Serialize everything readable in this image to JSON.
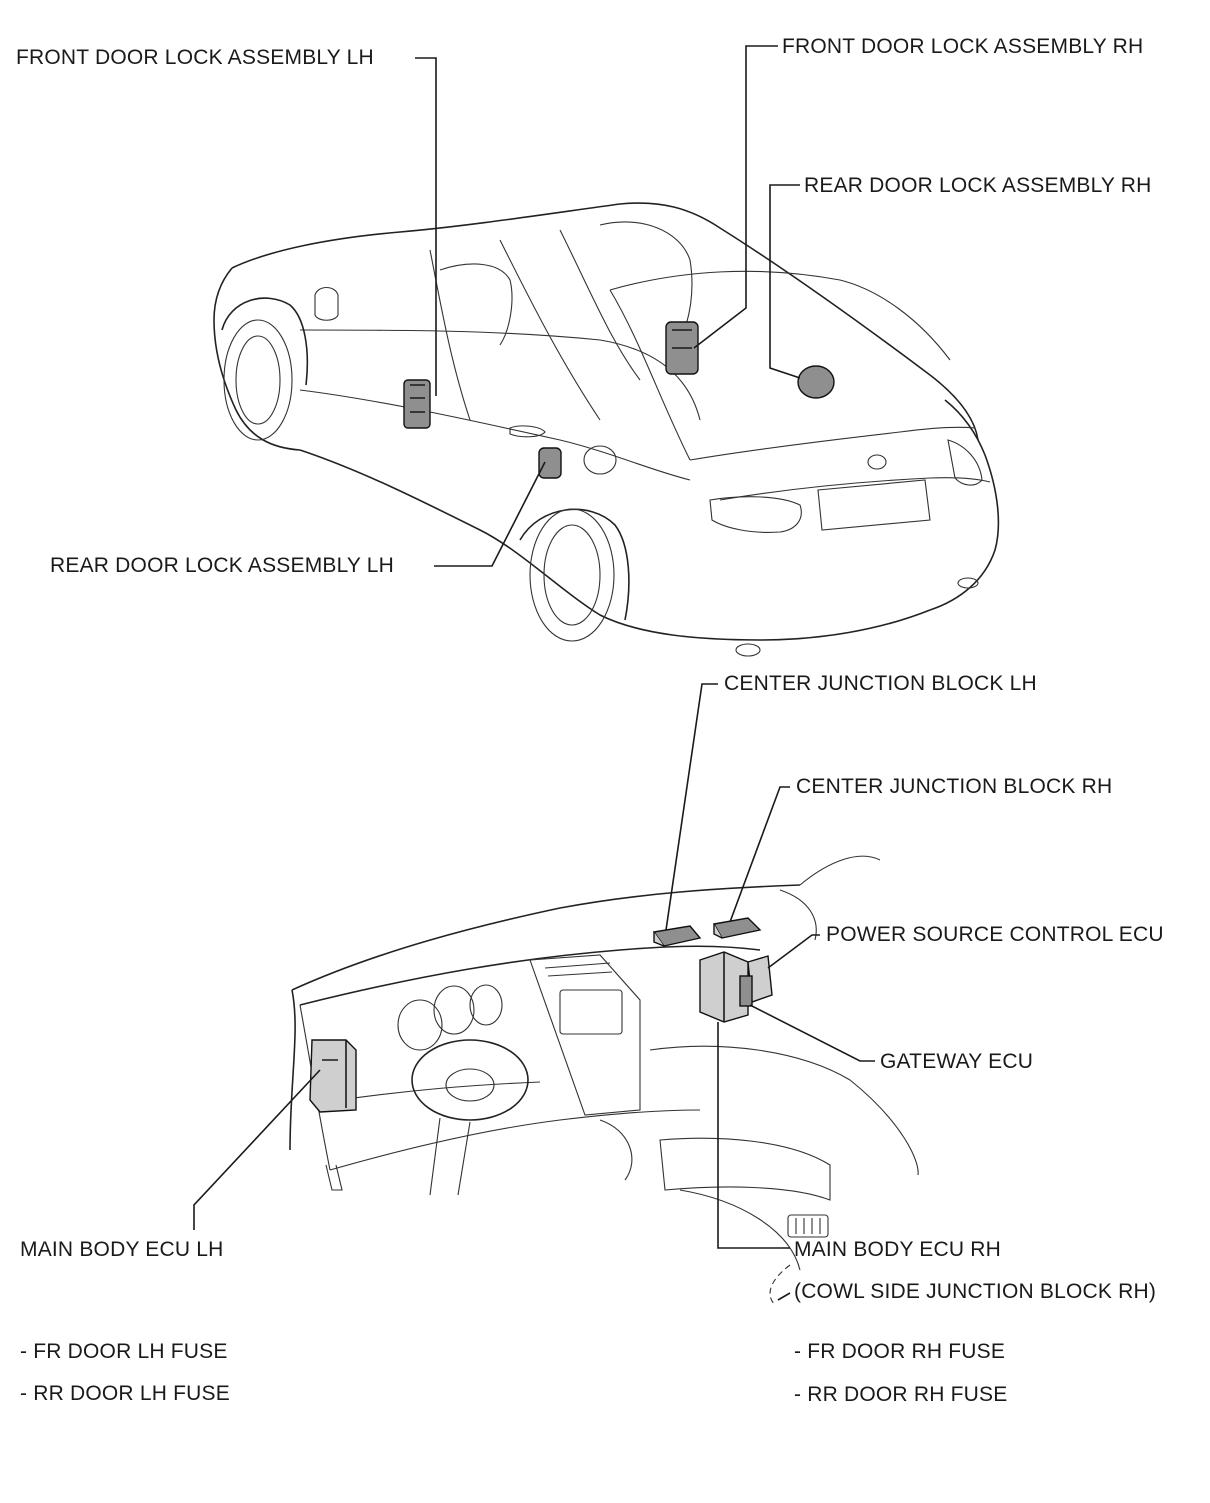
{
  "labels": {
    "front_door_lh": "FRONT DOOR LOCK ASSEMBLY LH",
    "front_door_rh": "FRONT DOOR LOCK ASSEMBLY RH",
    "rear_door_rh": "REAR DOOR LOCK ASSEMBLY RH",
    "rear_door_lh": "REAR DOOR LOCK ASSEMBLY LH",
    "center_jb_lh": "CENTER JUNCTION BLOCK LH",
    "center_jb_rh": "CENTER JUNCTION BLOCK RH",
    "power_source_ecu": "POWER SOURCE CONTROL ECU",
    "gateway_ecu": "GATEWAY ECU",
    "main_body_ecu_lh": "MAIN BODY ECU LH",
    "main_body_ecu_rh": "MAIN BODY ECU RH",
    "cowl_side_jb_rh": "(COWL SIDE JUNCTION BLOCK RH)"
  },
  "fuses_lh": [
    "- FR DOOR LH FUSE",
    "- RR DOOR LH FUSE"
  ],
  "fuses_rh": [
    "- FR DOOR RH FUSE",
    "- RR DOOR RH FUSE"
  ]
}
